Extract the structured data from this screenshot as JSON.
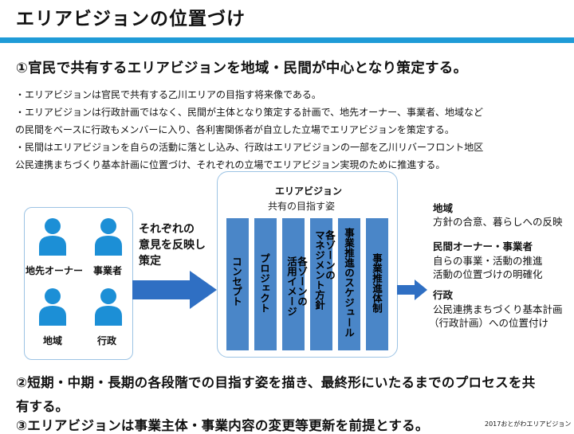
{
  "slide": {
    "title": "エリアビジョンの位置づけ",
    "heading1": "①官民で共有するエリアビジョンを地域・民間が中心となり策定する。",
    "bullets": [
      "・エリアビジョンは官民で共有する乙川エリアの目指す将来像である。",
      "・エリアビジョンは行政計画ではなく、民間が主体となり策定する計画で、地先オーナー、事業者、地域など",
      "の民間をベースに行政もメンバーに入り、各利害関係者が自立した立場でエリアビジョンを策定する。",
      "・民間はエリアビジョンを自らの活動に落とし込み、行政はエリアビジョンの一部を乙川リバーフロント地区",
      "公民連携まちづくり基本計画に位置づけ、それぞれの立場でエリアビジョン実現のために推進する。"
    ],
    "heading2_line1": "②短期・中期・長期の各段階での目指す姿を描き、最終形にいたるまでのプロセスを共",
    "heading2_line2": "有する。",
    "heading3": "③エリアビジョンは事業主体・事業内容の変更等更新を前提とする。",
    "footer": "2017おとがわエリアビジョン"
  },
  "diagram": {
    "stakeholders": [
      "地先オーナー",
      "事業者",
      "地域",
      "行政"
    ],
    "opinion_lines": [
      "それぞれの",
      "意見を反映し",
      "策定"
    ],
    "vision_title": "エリアビジョン",
    "vision_subtitle": "共有の目指す姿",
    "columns": [
      {
        "line1": "コンセプト",
        "line2": ""
      },
      {
        "line1": "プロジェクト",
        "line2": ""
      },
      {
        "line1": "各ゾーンの",
        "line2": "活用イメージ"
      },
      {
        "line1": "各ゾーンの",
        "line2": "マネジメント方針"
      },
      {
        "line1": "事業推進のスケジュール",
        "line2": ""
      },
      {
        "line1": "事業推進体制",
        "line2": ""
      }
    ],
    "outcomes": [
      {
        "title": "地域",
        "lines": [
          "方針の合意、暮らしへの反映"
        ]
      },
      {
        "title": "民間オーナー・事業者",
        "lines": [
          "自らの事業・活動の推進",
          "活動の位置づけの明確化"
        ]
      },
      {
        "title": "行政",
        "lines": [
          "公民連携まちづくり基本計画",
          "（行政計画）への位置付け"
        ]
      }
    ],
    "colors": {
      "accent": "#1f9bd7",
      "person": "#1c8fd6",
      "column": "#4a86c8",
      "arrow": "#2f6fc3",
      "box_border": "#9cc3e4"
    }
  }
}
